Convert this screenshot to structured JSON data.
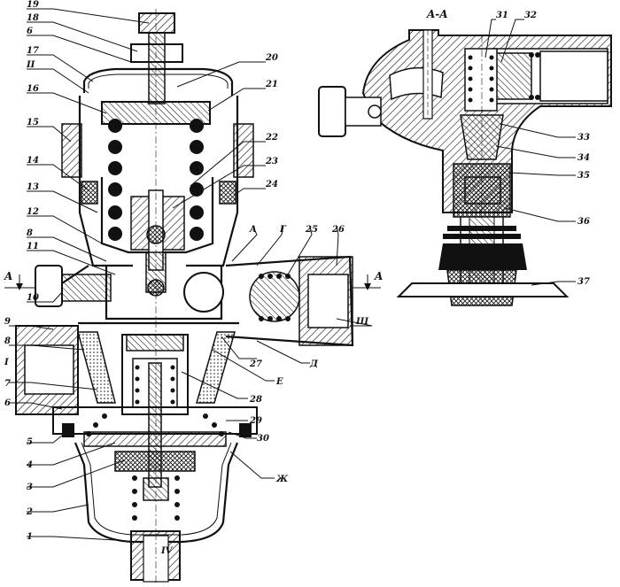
{
  "section_title": "A-A",
  "section_marks": [
    "A",
    "A"
  ],
  "labels_left": [
    "19",
    "18",
    "6",
    "17",
    "II",
    "16",
    "15",
    "14",
    "13",
    "12",
    "8",
    "11",
    "10",
    "9",
    "8",
    "I",
    "7",
    "6",
    "5",
    "4",
    "3",
    "2",
    "1"
  ],
  "labels_right": [
    "20",
    "21",
    "22",
    "23",
    "24",
    "A",
    "Г",
    "25",
    "26",
    "III",
    "27",
    "Д",
    "Е",
    "28",
    "29",
    "30",
    "Ж",
    "IV"
  ],
  "labels_section": [
    "31",
    "32",
    "33",
    "34",
    "35",
    "36",
    "37"
  ]
}
